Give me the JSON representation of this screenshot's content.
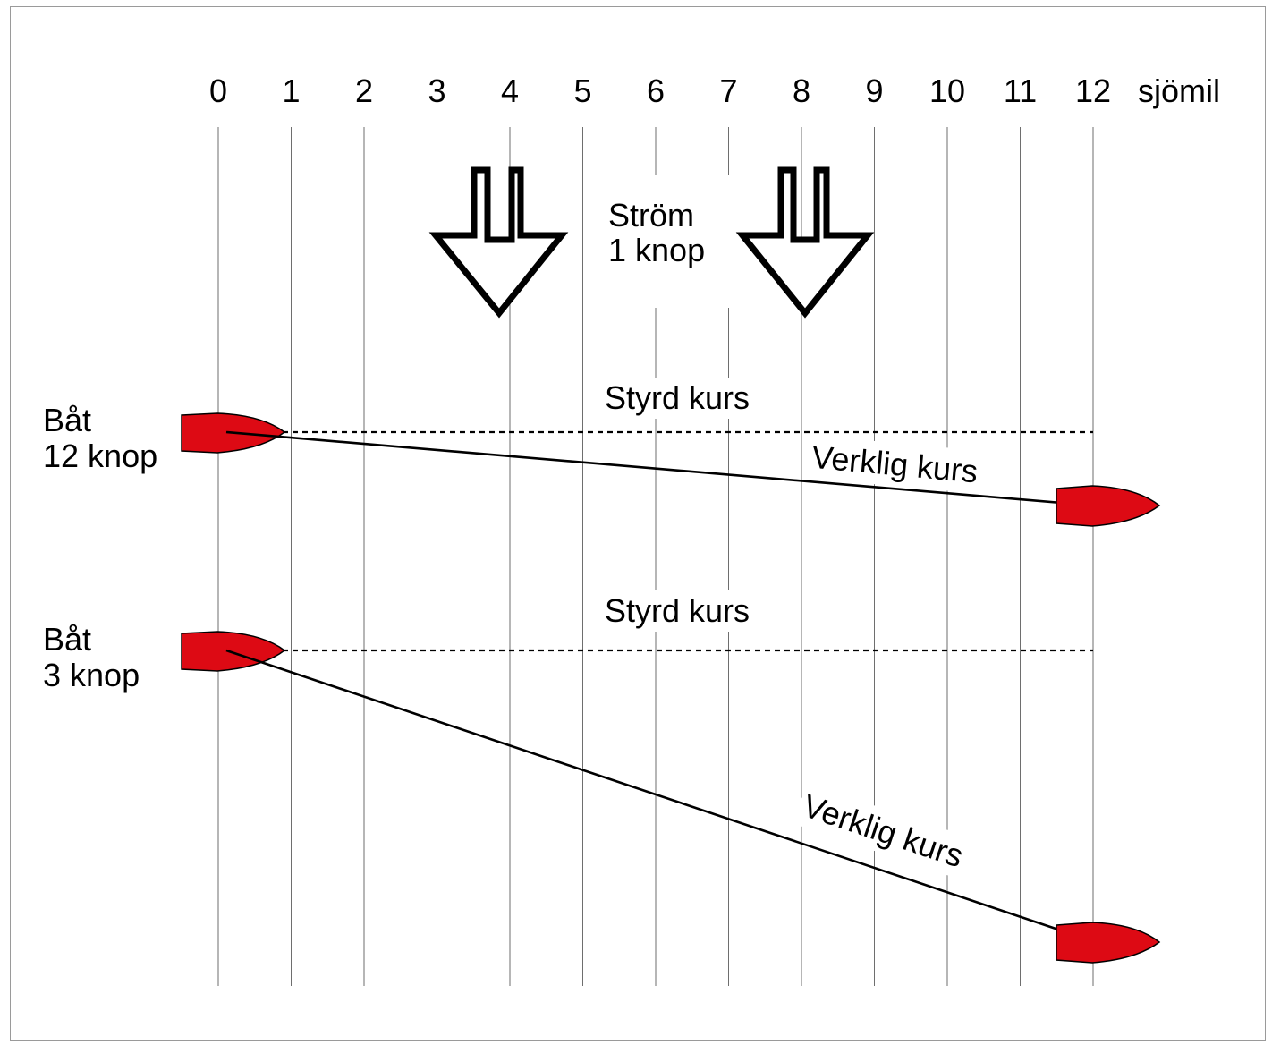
{
  "scale": {
    "ticks": [
      "0",
      "1",
      "2",
      "3",
      "4",
      "5",
      "6",
      "7",
      "8",
      "9",
      "10",
      "11",
      "12"
    ],
    "unit": "sjömil"
  },
  "current": {
    "label_line1": "Ström",
    "label_line2": "1 knop"
  },
  "boat_fast": {
    "name": "Båt",
    "speed": "12 knop",
    "steered_label": "Styrd kurs",
    "actual_label": "Verklig kurs",
    "drift_nm": 1
  },
  "boat_slow": {
    "name": "Båt",
    "speed": "3 knop",
    "steered_label": "Styrd kurs",
    "actual_label": "Verklig kurs",
    "drift_nm": 4
  },
  "colors": {
    "boat": "#dd0a14",
    "line": "#000000",
    "grid": "#6e6e6e"
  }
}
